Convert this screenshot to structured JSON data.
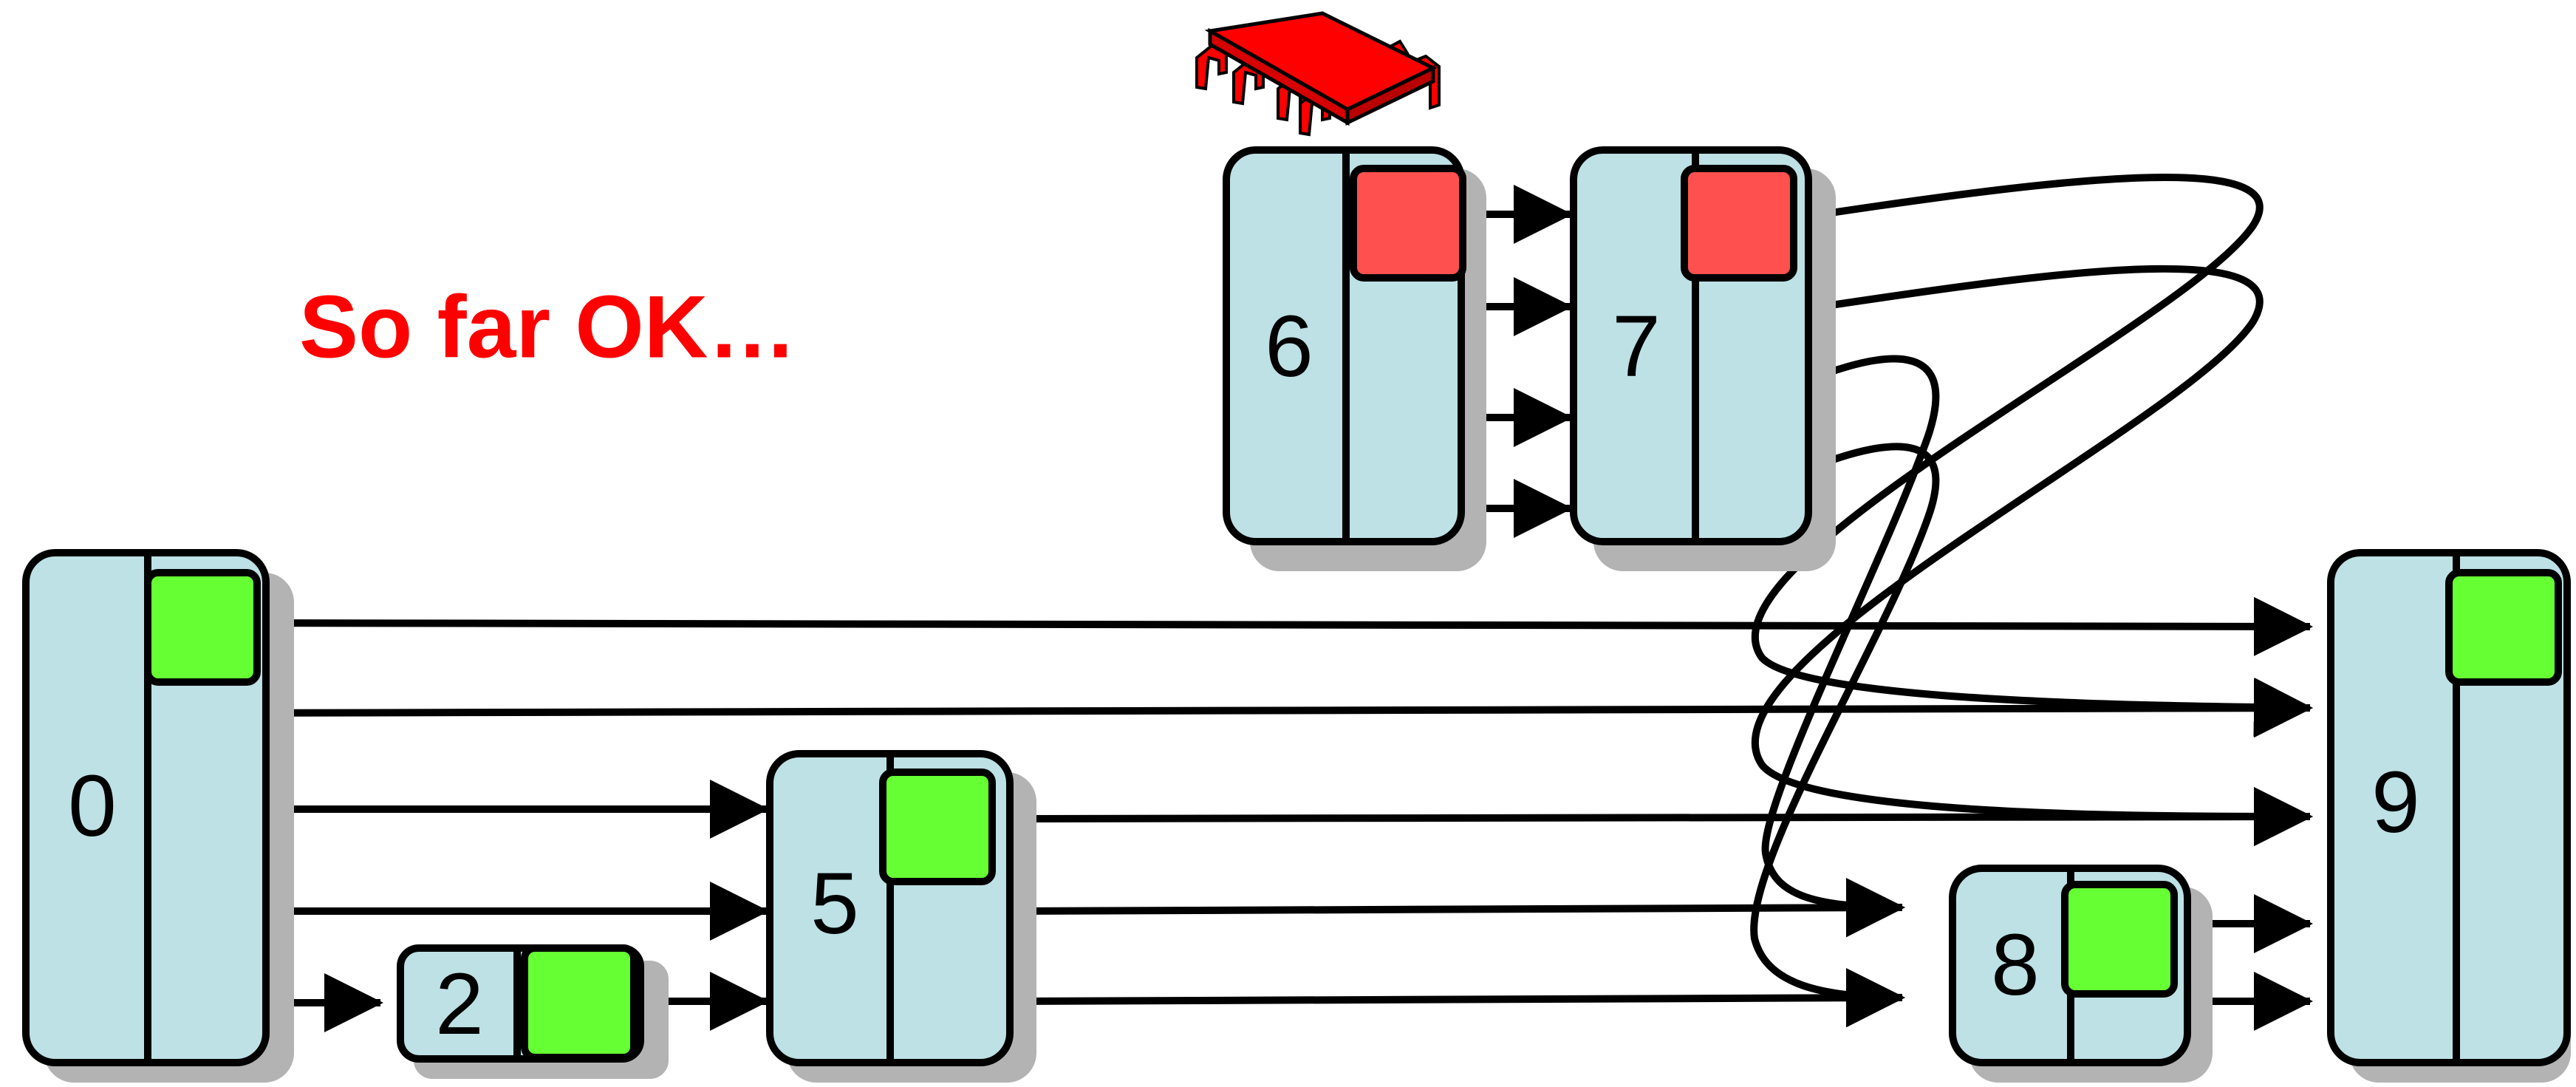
{
  "headline": {
    "text": "So far OK…"
  },
  "nodes": [
    {
      "label": "0",
      "lock": "green"
    },
    {
      "label": "2",
      "lock": "green"
    },
    {
      "label": "5",
      "lock": "green"
    },
    {
      "label": "6",
      "lock": "red"
    },
    {
      "label": "7",
      "lock": "red"
    },
    {
      "label": "8",
      "lock": "green"
    },
    {
      "label": "9",
      "lock": "green"
    }
  ],
  "icons": {
    "thread": "cpu-chip-icon"
  },
  "colors": {
    "node_fill": "#bde1e5",
    "lock_green": "#66ff33",
    "lock_red": "#ff5050",
    "headline": "#ff0000",
    "chip": "#ff0000"
  }
}
